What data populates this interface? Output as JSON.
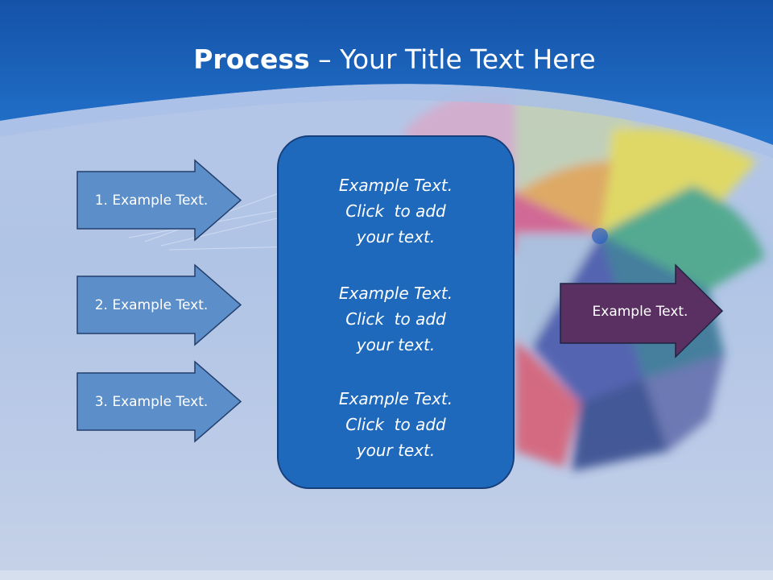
{
  "title": {
    "bold": "Process",
    "rest": " – Your Title Text Here"
  },
  "inputs": [
    {
      "label": "1. Example Text."
    },
    {
      "label": "2. Example Text."
    },
    {
      "label": "3. Example Text."
    }
  ],
  "center_blocks": [
    {
      "line1": "Example Text.",
      "line2": "Click  to add",
      "line3": "your text."
    },
    {
      "line1": "Example Text.",
      "line2": "Click  to add",
      "line3": "your text."
    },
    {
      "line1": "Example Text.",
      "line2": "Click  to add",
      "line3": "your text."
    }
  ],
  "output": {
    "label": "Example Text."
  },
  "colors": {
    "header_blue": "#1f66c0",
    "input_arrow_fill": "#5c8fca",
    "center_box_fill": "#1f69bd",
    "output_arrow_fill": "#5a2f62"
  }
}
